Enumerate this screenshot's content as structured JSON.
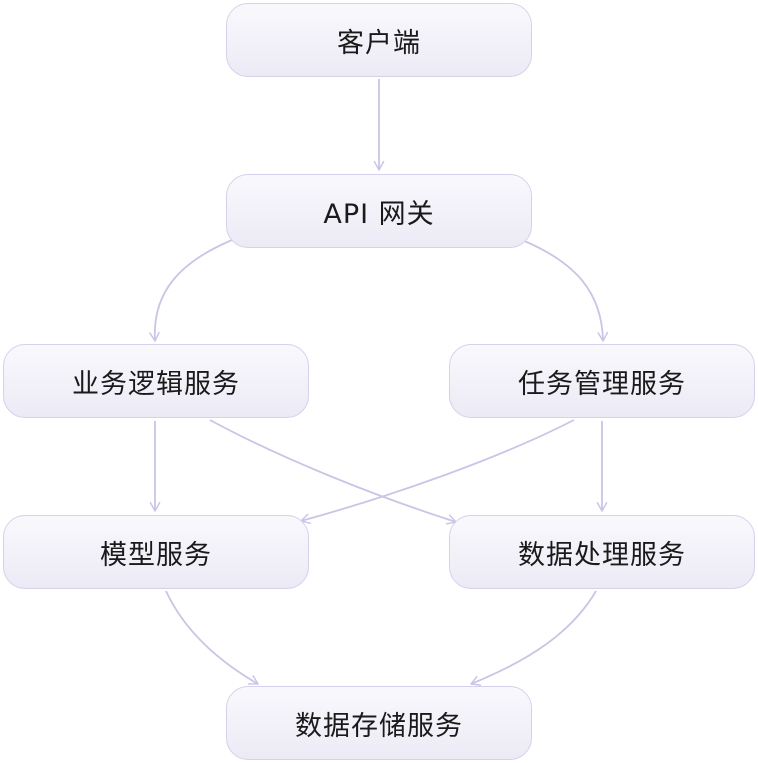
{
  "diagram": {
    "nodes": {
      "client": "客户端",
      "gateway": "API 网关",
      "business_logic": "业务逻辑服务",
      "task_management": "任务管理服务",
      "model": "模型服务",
      "data_processing": "数据处理服务",
      "data_storage": "数据存储服务"
    },
    "edges": [
      {
        "from": "client",
        "to": "gateway"
      },
      {
        "from": "gateway",
        "to": "business_logic"
      },
      {
        "from": "gateway",
        "to": "task_management"
      },
      {
        "from": "business_logic",
        "to": "model"
      },
      {
        "from": "business_logic",
        "to": "data_processing"
      },
      {
        "from": "task_management",
        "to": "model"
      },
      {
        "from": "task_management",
        "to": "data_processing"
      },
      {
        "from": "model",
        "to": "data_storage"
      },
      {
        "from": "data_processing",
        "to": "data_storage"
      }
    ],
    "colors": {
      "edge": "#c9c5e6",
      "node_border": "#d4d1ec",
      "node_fill_top": "#f9f9fd",
      "node_fill_bottom": "#eceaf5",
      "text": "#1a1a1a"
    }
  }
}
